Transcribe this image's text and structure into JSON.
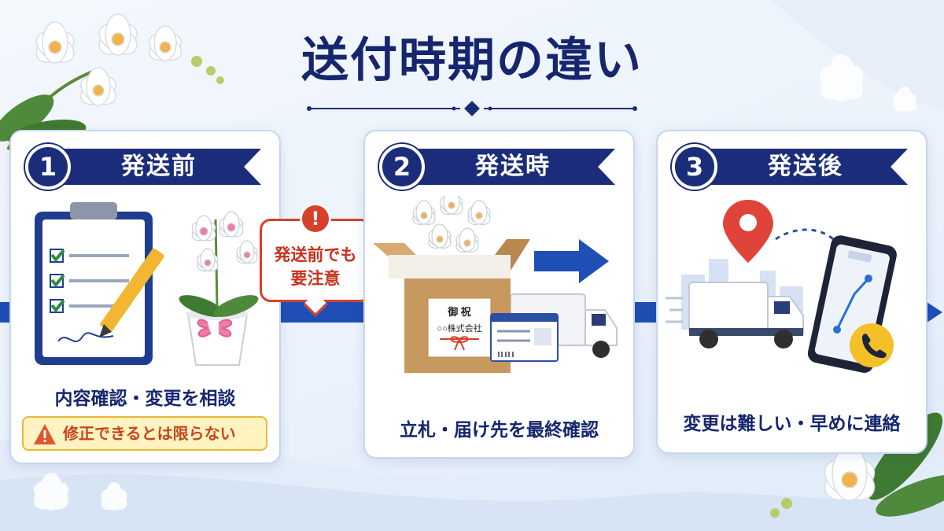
{
  "title": "送付時期の違い",
  "colors": {
    "navy": "#1b2d7a",
    "title": "#16266e",
    "flow_arrow": "#1f4fb5",
    "warning": "#d8402c",
    "warning_bg": "#fff3c2"
  },
  "steps": [
    {
      "number": "1",
      "label": "発送前",
      "text": "内容確認・変更を相談",
      "warning": "修正できるとは限らない",
      "illustration": [
        "clipboard-checklist-icon",
        "pencil-icon",
        "orchid-pot-icon"
      ]
    },
    {
      "number": "2",
      "label": "発送時",
      "text": "立札・届け先を最終確認",
      "box_label_line1": "御 祝",
      "box_label_line2": "○○株式会社",
      "illustration": [
        "shipping-box-icon",
        "orchid-icon",
        "delivery-truck-icon",
        "shipping-label-icon",
        "arrow-right-icon"
      ]
    },
    {
      "number": "3",
      "label": "発送後",
      "text": "変更は難しい・早めに連絡",
      "illustration": [
        "location-pin-icon",
        "delivery-truck-icon",
        "smartphone-map-icon",
        "phone-call-icon"
      ]
    }
  ],
  "caution": {
    "icon": "!",
    "line1": "発送前でも",
    "line2": "要注意"
  }
}
